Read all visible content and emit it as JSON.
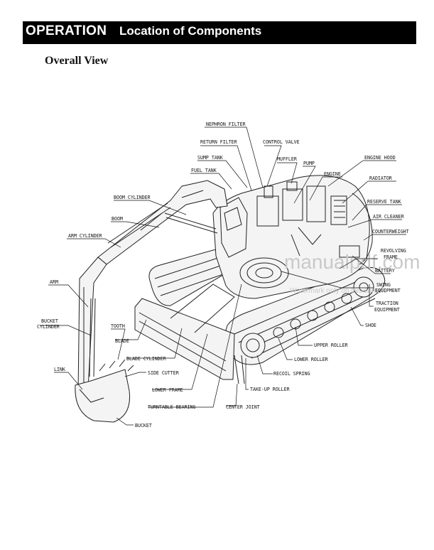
{
  "header": {
    "section": "OPERATION",
    "title": "Location of Components"
  },
  "subtitle": "Overall View",
  "watermark": {
    "main": "manualpdf.com",
    "sub": "Watermark only on this sample"
  },
  "labels": {
    "nephron_filter": "NEPHRON FILTER",
    "return_filter": "RETURN FILTER",
    "control_valve": "CONTROL VALVE",
    "sump_tank": "SUMP TANK",
    "muffler": "MUFFLER",
    "pump": "PUMP",
    "engine_hood": "ENGINE HOOD",
    "fuel_tank": "FUEL TANK",
    "engine": "ENGINE",
    "radiator": "RADIATOR",
    "boom_cylinder": "BOOM CYLINDER",
    "reserve_tank": "RESERVE TANK",
    "boom": "BOOM",
    "air_cleaner": "AIR CLEANER",
    "arm_cylinder": "ARM CYLINDER",
    "counterweight": "COUNTERWEIGHT",
    "revolving_frame_1": "REVOLVING",
    "revolving_frame_2": "FRAME",
    "battery": "BATTERY",
    "arm": "ARM",
    "swing_equipment_1": "SWING",
    "swing_equipment_2": "EQUIPMENT",
    "traction_equipment_1": "TRACTION",
    "traction_equipment_2": "EQUIPMENT",
    "bucket_cylinder_1": "BUCKET",
    "bucket_cylinder_2": "CYLINDER",
    "tooth": "TOOTH",
    "shoe": "SHOE",
    "blade": "BLADE",
    "upper_roller": "UPPER ROLLER",
    "blade_cylinder": "BLADE CYLINDER",
    "lower_roller": "LOWER ROLLER",
    "link": "LINK",
    "side_cutter": "SIDE CUTTER",
    "recoil_spring": "RECOIL SPRING",
    "lower_frame": "LOWER FRAME",
    "take_up_roller": "TAKE-UP ROLLER",
    "turntable_bearing": "TURNTABLE BEARING",
    "center_joint": "CENTER JOINT",
    "bucket": "BUCKET"
  }
}
